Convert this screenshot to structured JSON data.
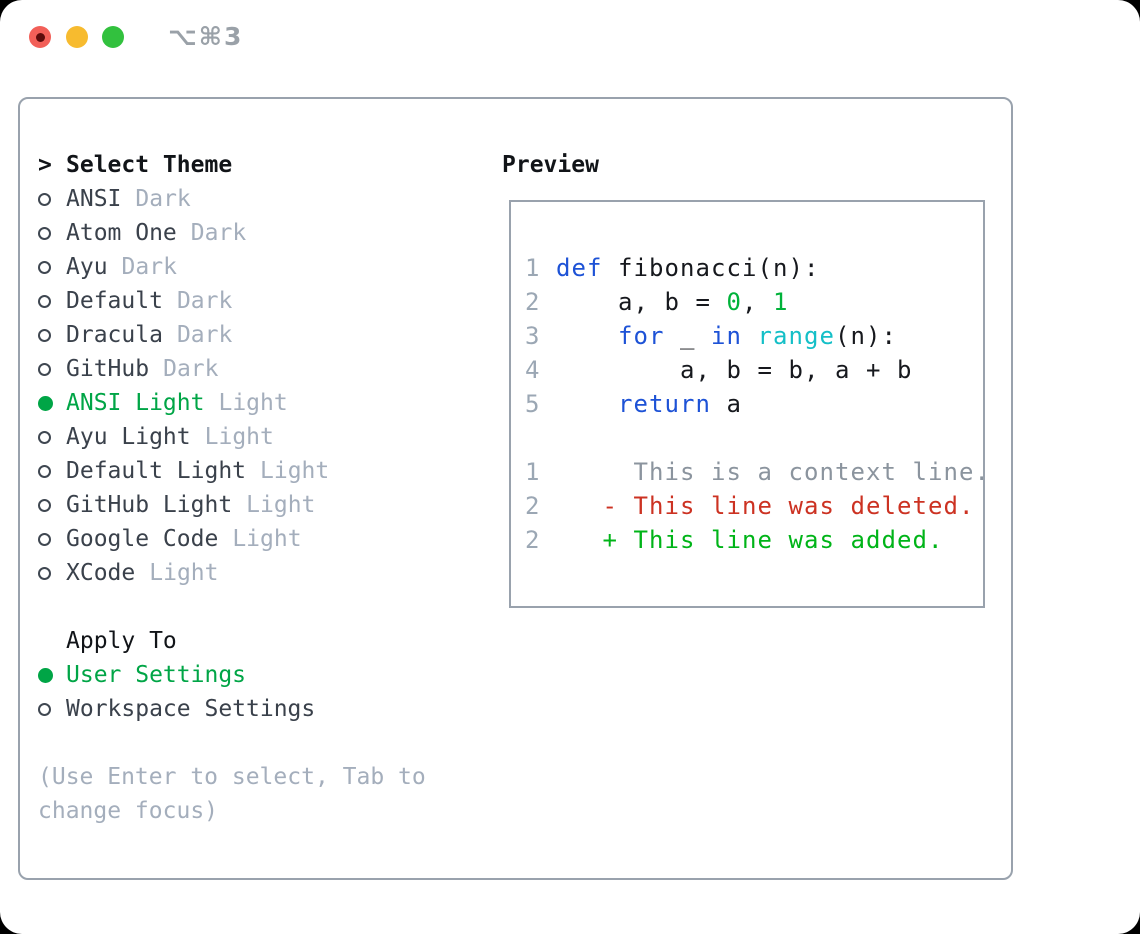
{
  "window": {
    "title": "⌥⌘3",
    "traffic_lights": [
      "close",
      "minimize",
      "zoom"
    ]
  },
  "theme_panel": {
    "header_marker": ">",
    "header": "Select Theme",
    "items": [
      {
        "name": "ANSI",
        "variant": "Dark",
        "selected": false
      },
      {
        "name": "Atom One",
        "variant": "Dark",
        "selected": false
      },
      {
        "name": "Ayu",
        "variant": "Dark",
        "selected": false
      },
      {
        "name": "Default",
        "variant": "Dark",
        "selected": false
      },
      {
        "name": "Dracula",
        "variant": "Dark",
        "selected": false
      },
      {
        "name": "GitHub",
        "variant": "Dark",
        "selected": false
      },
      {
        "name": "ANSI Light",
        "variant": "Light",
        "selected": true
      },
      {
        "name": "Ayu Light",
        "variant": "Light",
        "selected": false
      },
      {
        "name": "Default Light",
        "variant": "Light",
        "selected": false
      },
      {
        "name": "GitHub Light",
        "variant": "Light",
        "selected": false
      },
      {
        "name": "Google Code",
        "variant": "Light",
        "selected": false
      },
      {
        "name": "XCode",
        "variant": "Light",
        "selected": false
      }
    ]
  },
  "apply_panel": {
    "header": "Apply To",
    "items": [
      {
        "label": "User Settings",
        "selected": true
      },
      {
        "label": "Workspace Settings",
        "selected": false
      }
    ]
  },
  "hint": "(Use Enter to select, Tab to change focus)",
  "preview": {
    "header": "Preview",
    "code_lines": [
      {
        "segments": [
          {
            "t": "1",
            "c": "num"
          },
          {
            "t": " ",
            "c": "plain"
          },
          {
            "t": "def",
            "c": "kw"
          },
          {
            "t": " fibonacci(n):",
            "c": "plain"
          }
        ]
      },
      {
        "segments": [
          {
            "t": "2",
            "c": "num"
          },
          {
            "t": "     a, b = ",
            "c": "plain"
          },
          {
            "t": "0",
            "c": "lit"
          },
          {
            "t": ", ",
            "c": "plain"
          },
          {
            "t": "1",
            "c": "lit"
          }
        ]
      },
      {
        "segments": [
          {
            "t": "3",
            "c": "num"
          },
          {
            "t": "     ",
            "c": "plain"
          },
          {
            "t": "for",
            "c": "kw"
          },
          {
            "t": " _ ",
            "c": "plain"
          },
          {
            "t": "in",
            "c": "kw"
          },
          {
            "t": " ",
            "c": "plain"
          },
          {
            "t": "range",
            "c": "builtin"
          },
          {
            "t": "(n):",
            "c": "plain"
          }
        ]
      },
      {
        "segments": [
          {
            "t": "4",
            "c": "num"
          },
          {
            "t": "         a, b = b, a + b",
            "c": "plain"
          }
        ]
      },
      {
        "segments": [
          {
            "t": "5",
            "c": "num"
          },
          {
            "t": "     ",
            "c": "plain"
          },
          {
            "t": "return",
            "c": "kw"
          },
          {
            "t": " a",
            "c": "plain"
          }
        ]
      },
      {
        "segments": []
      },
      {
        "segments": [
          {
            "t": "1",
            "c": "num"
          },
          {
            "t": "      ",
            "c": "plain"
          },
          {
            "t": "This is a context line.",
            "c": "ctx"
          }
        ]
      },
      {
        "segments": [
          {
            "t": "2",
            "c": "num"
          },
          {
            "t": "    ",
            "c": "plain"
          },
          {
            "t": "- This line was deleted.",
            "c": "del"
          }
        ]
      },
      {
        "segments": [
          {
            "t": "2",
            "c": "num"
          },
          {
            "t": "    ",
            "c": "plain"
          },
          {
            "t": "+ This line was added.",
            "c": "add"
          }
        ]
      }
    ]
  },
  "colors": {
    "accent-green": "#00a546",
    "text-dark": "#3a414b",
    "text-black": "#111418",
    "text-muted": "#a4aebc",
    "border-gray": "#99a2ad",
    "title-gray": "#9aa1a8",
    "tl-red": "#f25f58",
    "tl-red-dot": "#5c0b0b",
    "tl-yellow": "#f7bb2f",
    "tl-green": "#32c13e",
    "tok-num": "#9ba7b4",
    "tok-kw": "#1d52d6",
    "tok-plain": "#16181d",
    "tok-lit": "#00b23a",
    "tok-builtin": "#14bfc7",
    "tok-ctx": "#8b949e",
    "tok-del": "#cc3222",
    "tok-add": "#00b418"
  }
}
